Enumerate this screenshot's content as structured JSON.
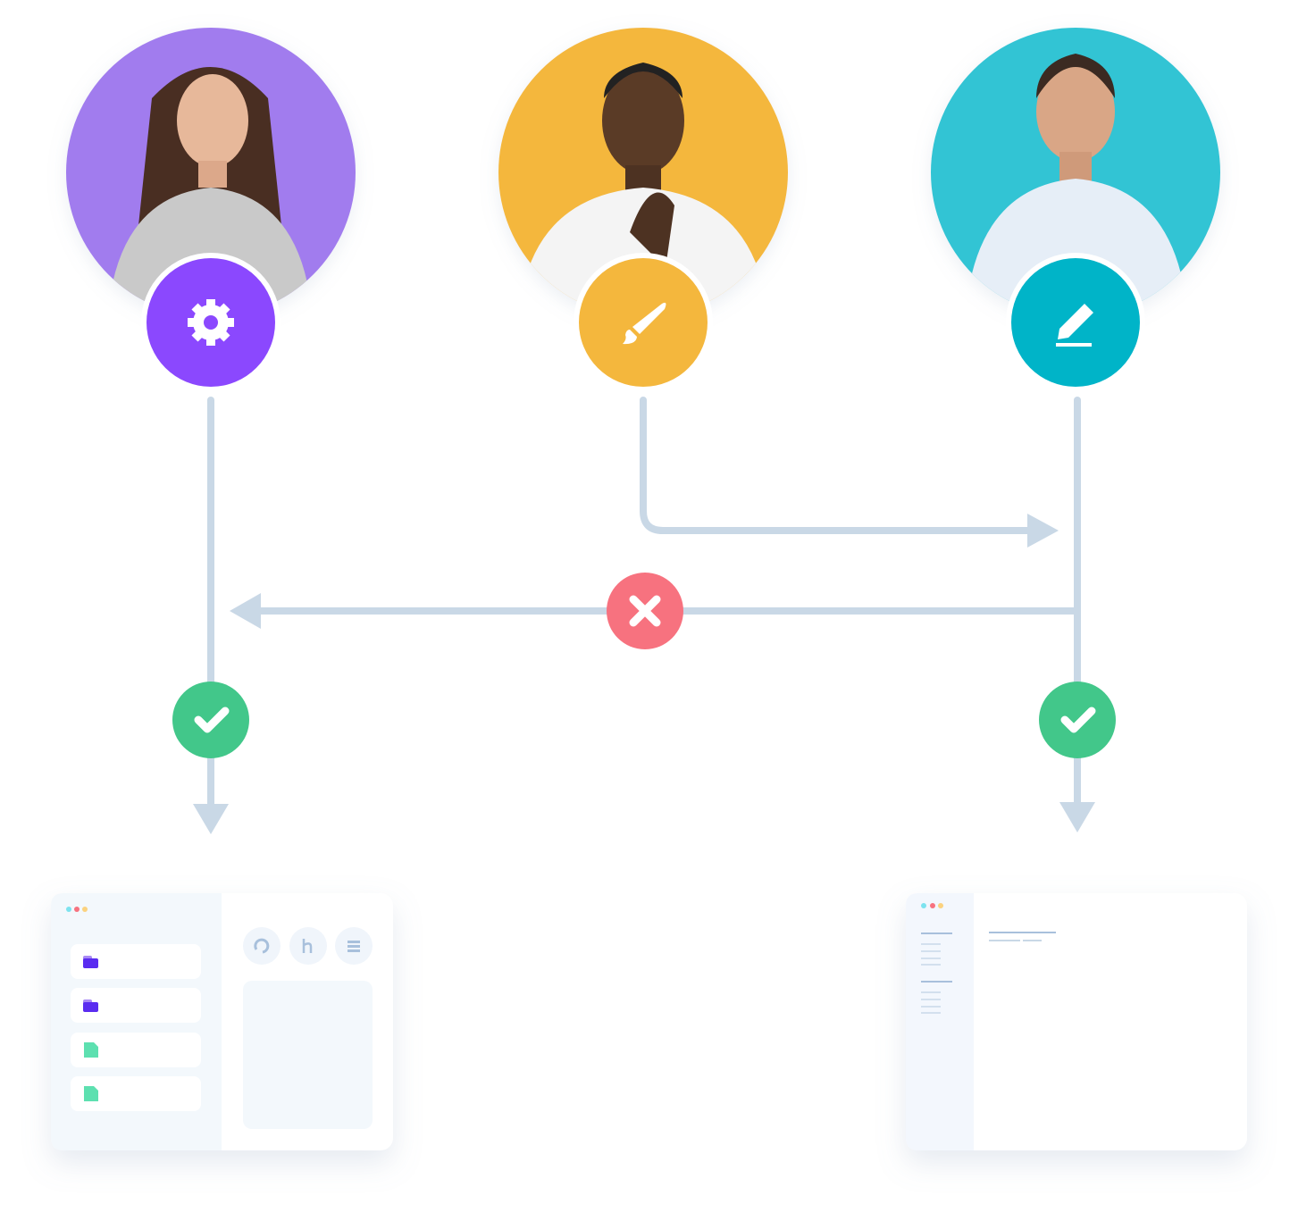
{
  "roles": [
    {
      "id": "admin",
      "icon": "gear-icon",
      "background": "#a17cee",
      "badge": "#8b48fe"
    },
    {
      "id": "designer",
      "icon": "paintbrush-icon",
      "background": "#f4b73d",
      "badge": "#f4b73d"
    },
    {
      "id": "editor",
      "icon": "pencil-edit-icon",
      "background": "#32c4d4",
      "badge": "#00b4c8"
    }
  ],
  "flow": {
    "line_color": "#c9d8e6",
    "approve_color": "#42c78a",
    "reject_color": "#f7727f",
    "approve_icon": "checkmark-icon",
    "reject_icon": "x-mark-icon"
  },
  "windows": {
    "file_browser": {
      "folder_color": "#5a2cf0",
      "file_color": "#5de0b0",
      "toolbar_icons": [
        "refresh-icon",
        "heroku-icon",
        "list-icon"
      ]
    },
    "document": {}
  }
}
